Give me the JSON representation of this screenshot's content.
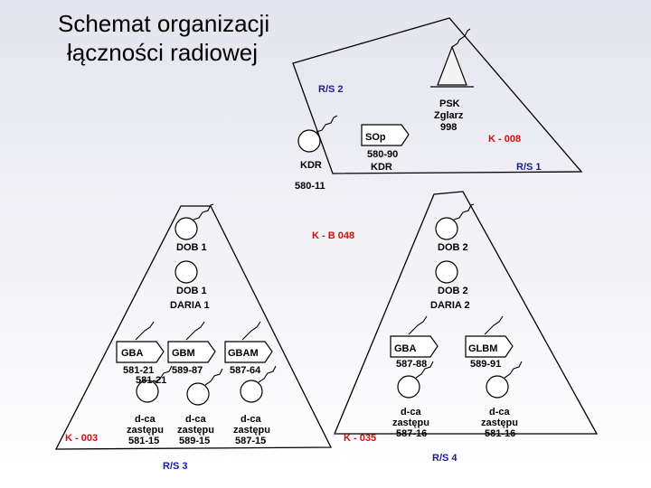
{
  "title": {
    "line1": "Schemat organizacji",
    "line2": "łączności radiowej"
  },
  "networks": {
    "rs2": "R/S 2",
    "rs1": "R/S 1",
    "rs3": "R/S 3",
    "rs4": "R/S 4",
    "k008": "K -  008",
    "kb048": "K - B 048",
    "k003": "K -  003",
    "k035": "K - 035"
  },
  "top": {
    "psk": "PSK",
    "zglarz": "Zglarz",
    "psk_num": "998",
    "sop": "SOp",
    "sop_num": "580-90",
    "sop_kdr": "KDR",
    "kdr_left": "KDR",
    "kdr_left_num": "580-11"
  },
  "left": {
    "dob1_top": "DOB 1",
    "dob1": "DOB 1",
    "daria1": "DARIA 1",
    "gba": "GBA",
    "gbm": "GBM",
    "gbam": "GBAM",
    "gba_num": "581-21",
    "gba_num2": "581-21",
    "gbm_num": "589-87",
    "gbam_num": "587-64",
    "dca1_a": "d-ca",
    "dca1_b": "zastępu",
    "dca1_c": "581-15",
    "dca2_a": "d-ca",
    "dca2_b": "zastępu",
    "dca2_c": "589-15",
    "dca3_a": "d-ca",
    "dca3_b": "zastępu",
    "dca3_c": "587-15"
  },
  "right": {
    "dob2_top": "DOB 2",
    "dob2": "DOB 2",
    "daria2": "DARIA 2",
    "gba": "GBA",
    "glbm": "GLBM",
    "gba_num": "587-88",
    "glbm_num": "589-91",
    "dca1_a": "d-ca",
    "dca1_b": "zastępu",
    "dca1_c": "587-16",
    "dca2_a": "d-ca",
    "dca2_b": "zastępu",
    "dca2_c": "581-16"
  },
  "colors": {
    "blue_label": "#1a1a9a",
    "red_label": "#cc1010",
    "psk_triangle": "#f0f0f0"
  }
}
